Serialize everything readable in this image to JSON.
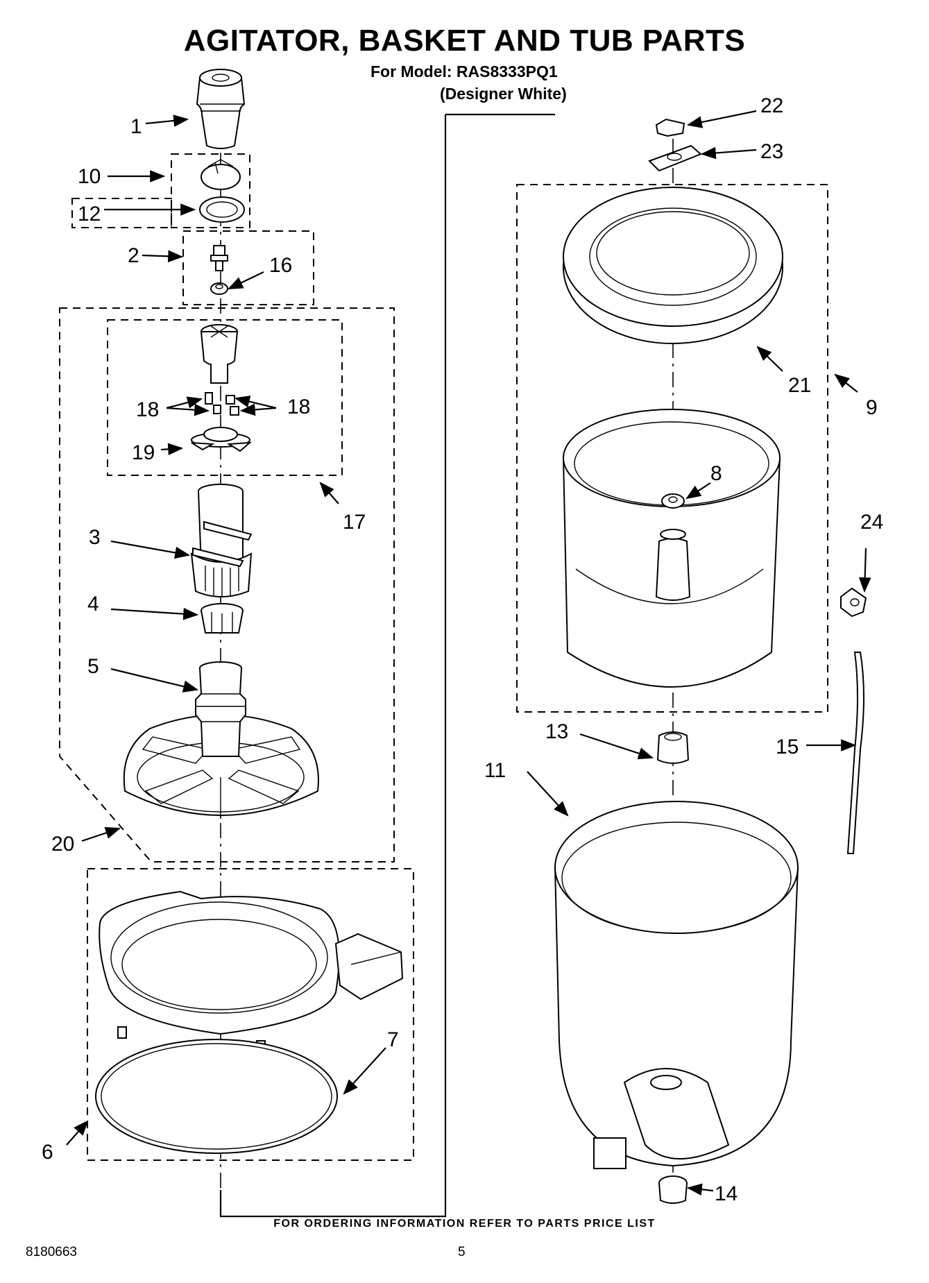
{
  "header": {
    "title": "AGITATOR, BASKET AND TUB PARTS",
    "model_line": "For Model: RAS8333PQ1",
    "variant_line": "(Designer White)"
  },
  "callouts": {
    "c1": "1",
    "c2": "2",
    "c3": "3",
    "c4": "4",
    "c5": "5",
    "c6": "6",
    "c7": "7",
    "c8": "8",
    "c9": "9",
    "c10": "10",
    "c11": "11",
    "c12": "12",
    "c13": "13",
    "c14": "14",
    "c15": "15",
    "c16": "16",
    "c17": "17",
    "c18a": "18",
    "c18b": "18",
    "c19": "19",
    "c20": "20",
    "c21": "21",
    "c22": "22",
    "c23": "23",
    "c24": "24"
  },
  "footer": {
    "ordering_note": "FOR ORDERING INFORMATION REFER TO PARTS PRICE LIST",
    "doc_number": "8180663",
    "page_number": "5"
  }
}
